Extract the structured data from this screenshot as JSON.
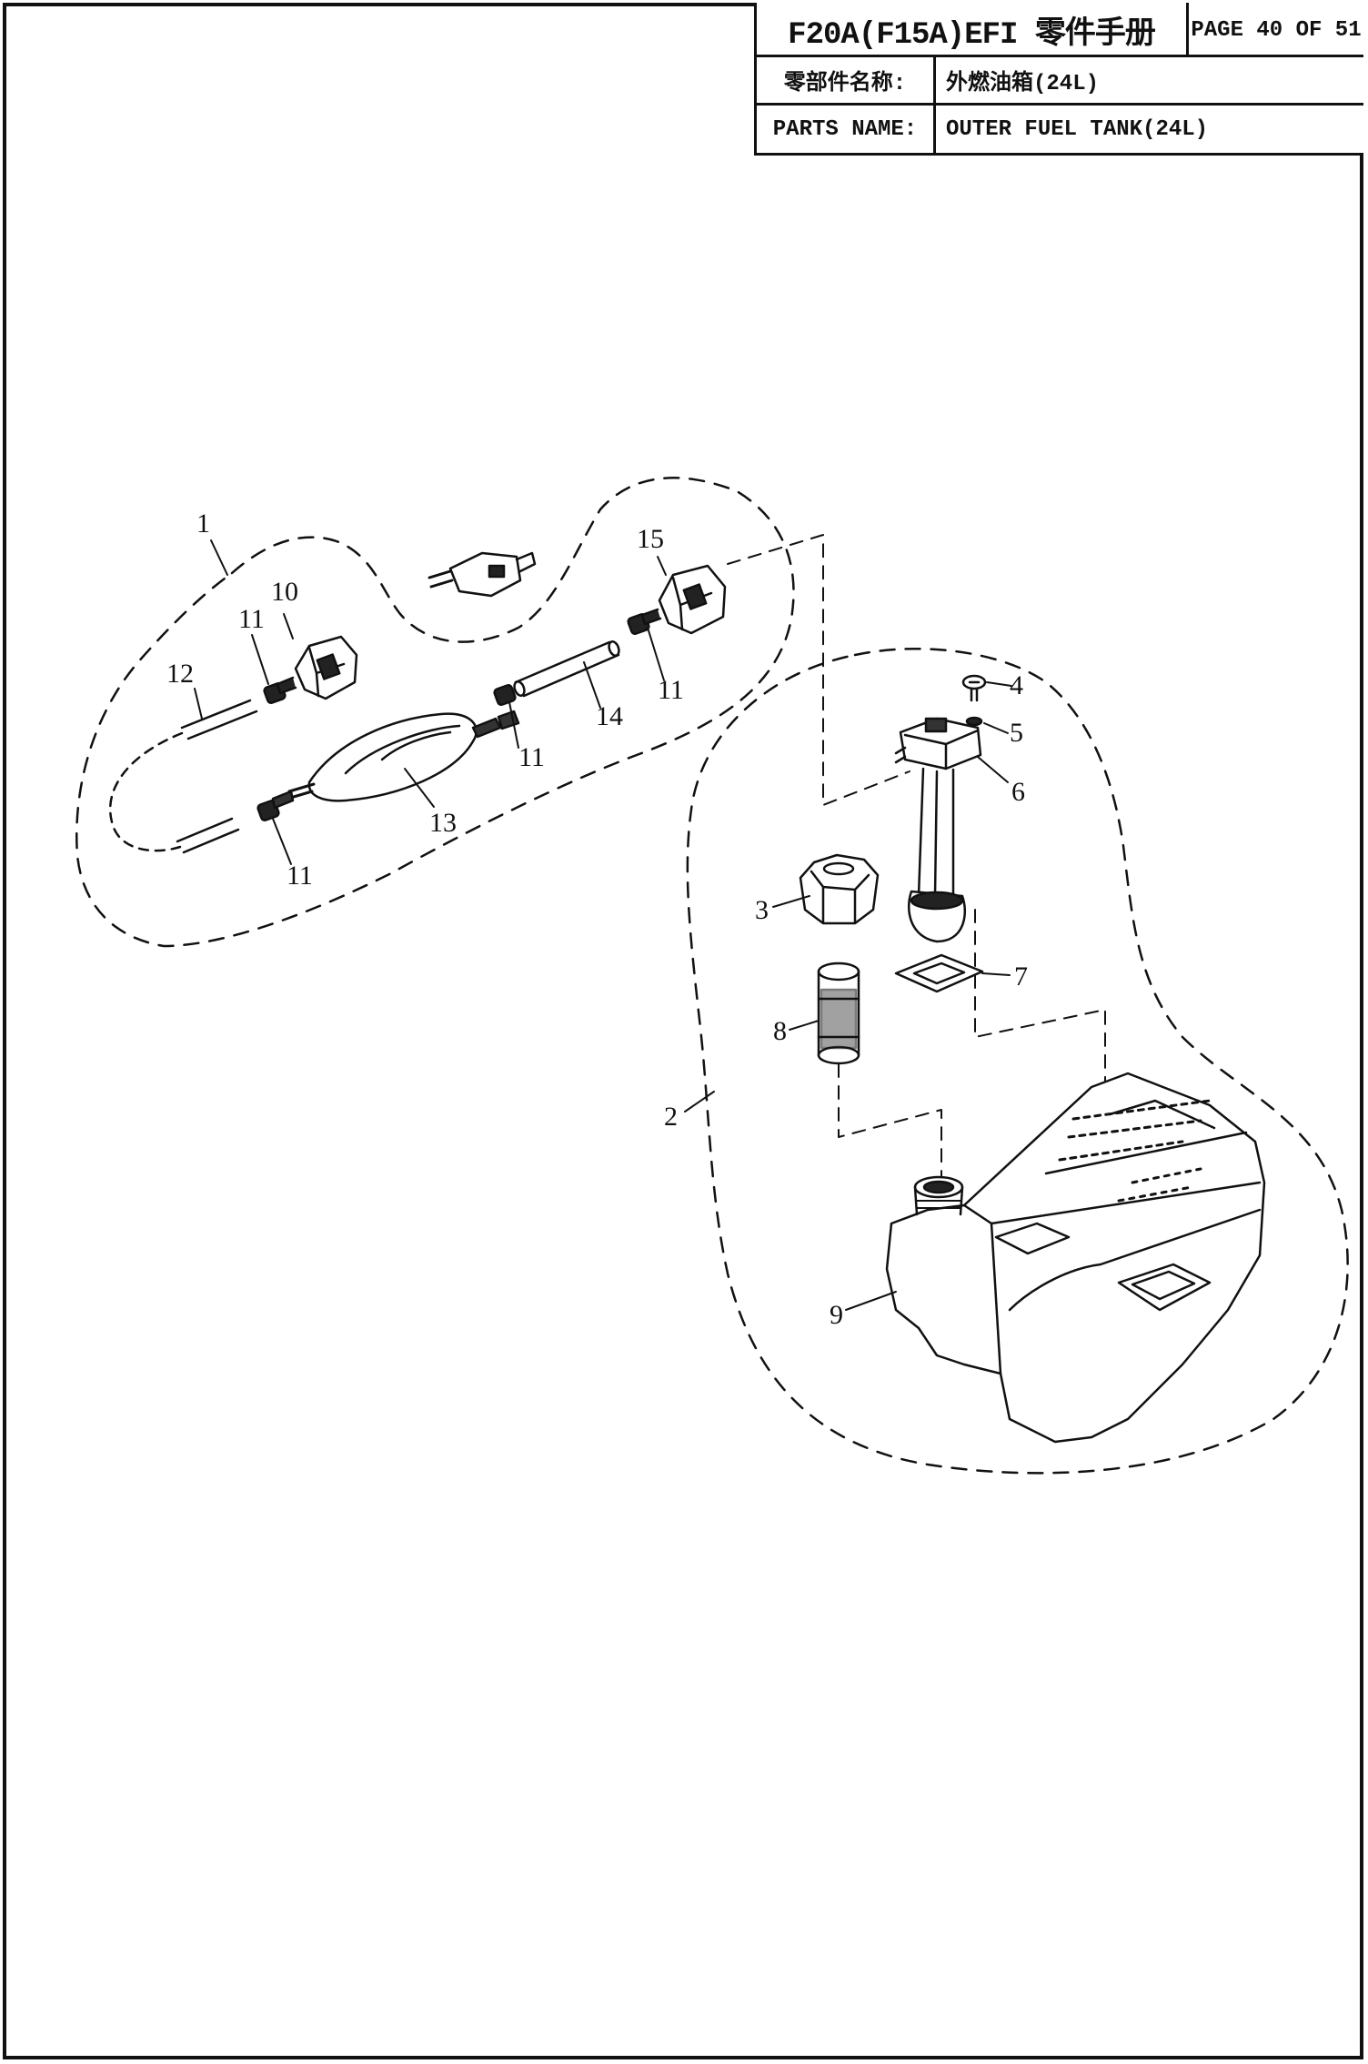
{
  "title_block": {
    "title": "F20A(F15A)EFI 零件手册",
    "page": "PAGE 40 OF 51",
    "cn_label": "零部件名称:",
    "cn_value": "外燃油箱(24L)",
    "en_label": "PARTS NAME:",
    "en_value": "OUTER FUEL TANK(24L)"
  },
  "callouts": {
    "c1": "1",
    "c2": "2",
    "c3": "3",
    "c4": "4",
    "c5": "5",
    "c6": "6",
    "c7": "7",
    "c8": "8",
    "c9": "9",
    "c10": "10",
    "c11a": "11",
    "c11b": "11",
    "c11c": "11",
    "c11d": "11",
    "c12": "12",
    "c13": "13",
    "c14": "14",
    "c15": "15"
  }
}
